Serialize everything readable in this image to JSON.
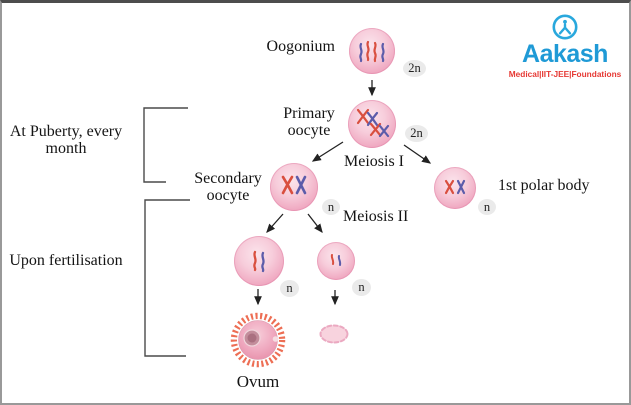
{
  "branding": {
    "name": "Aakash",
    "tagline": "Medical|IIT-JEE|Foundations"
  },
  "icons": {
    "logo": "person-in-circle-icon",
    "cells": "chromosomes-icon",
    "ovum": "ovum-with-corona-icon",
    "degenerating_cell": "degenerating-polar-body-icon"
  },
  "annotations": {
    "puberty_line1": "At Puberty, every",
    "puberty_line2": "month",
    "fertilisation": "Upon fertilisation"
  },
  "stages": {
    "oogonium": {
      "label": "Oogonium",
      "ploidy": "2n"
    },
    "primary_oocyte": {
      "label_line1": "Primary",
      "label_line2": "oocyte",
      "ploidy": "2n"
    },
    "meiosis_1": {
      "label": "Meiosis I"
    },
    "secondary_oocyte": {
      "label_line1": "Secondary",
      "label_line2": "oocyte",
      "ploidy": "n"
    },
    "first_polar_body": {
      "label": "1st polar body",
      "ploidy": "n"
    },
    "meiosis_2": {
      "label": "Meiosis II"
    },
    "large_ootid": {
      "ploidy": "n"
    },
    "small_ootid": {
      "ploidy": "n"
    },
    "ovum": {
      "label": "Ovum"
    }
  },
  "colors": {
    "cell_fill_light": "#fbe4ec",
    "cell_fill_edge": "#e68bad",
    "chromosome_red": "#d94f3f",
    "chromosome_blue": "#5c5caa",
    "corona_radiata": "#ed6e54",
    "badge_bg": "#eaeaea",
    "connector": "#333333",
    "brand_blue": "#29a8dd",
    "brand_red": "#e63934"
  }
}
